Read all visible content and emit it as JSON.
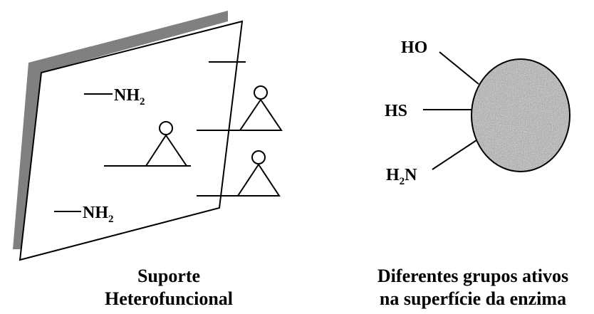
{
  "support": {
    "nh2_top": {
      "main": "NH",
      "sub": "2"
    },
    "nh2_bottom": {
      "main": "NH",
      "sub": "2"
    },
    "caption_line1": "Suporte",
    "caption_line2": "Heterofuncional"
  },
  "enzyme": {
    "group_ho": "HO",
    "group_hs": "HS",
    "group_h2n": {
      "main": "H",
      "sub": "2",
      "tail": "N"
    },
    "caption_line1": "Diferentes grupos ativos",
    "caption_line2": "na superfície da enzima"
  },
  "colors": {
    "shadow": "#808080",
    "enzyme_fill": "#a8a8a8"
  }
}
